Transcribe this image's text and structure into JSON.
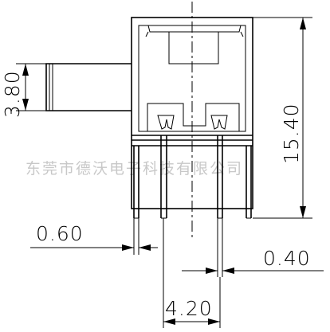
{
  "dimensions": {
    "pin_height": "3.80",
    "body_height": "15.40",
    "pin_width": "0.60",
    "pin_thickness": "0.40",
    "pin_pitch": "4.20"
  },
  "watermark": "东莞市德沃电子科技有限公司"
}
